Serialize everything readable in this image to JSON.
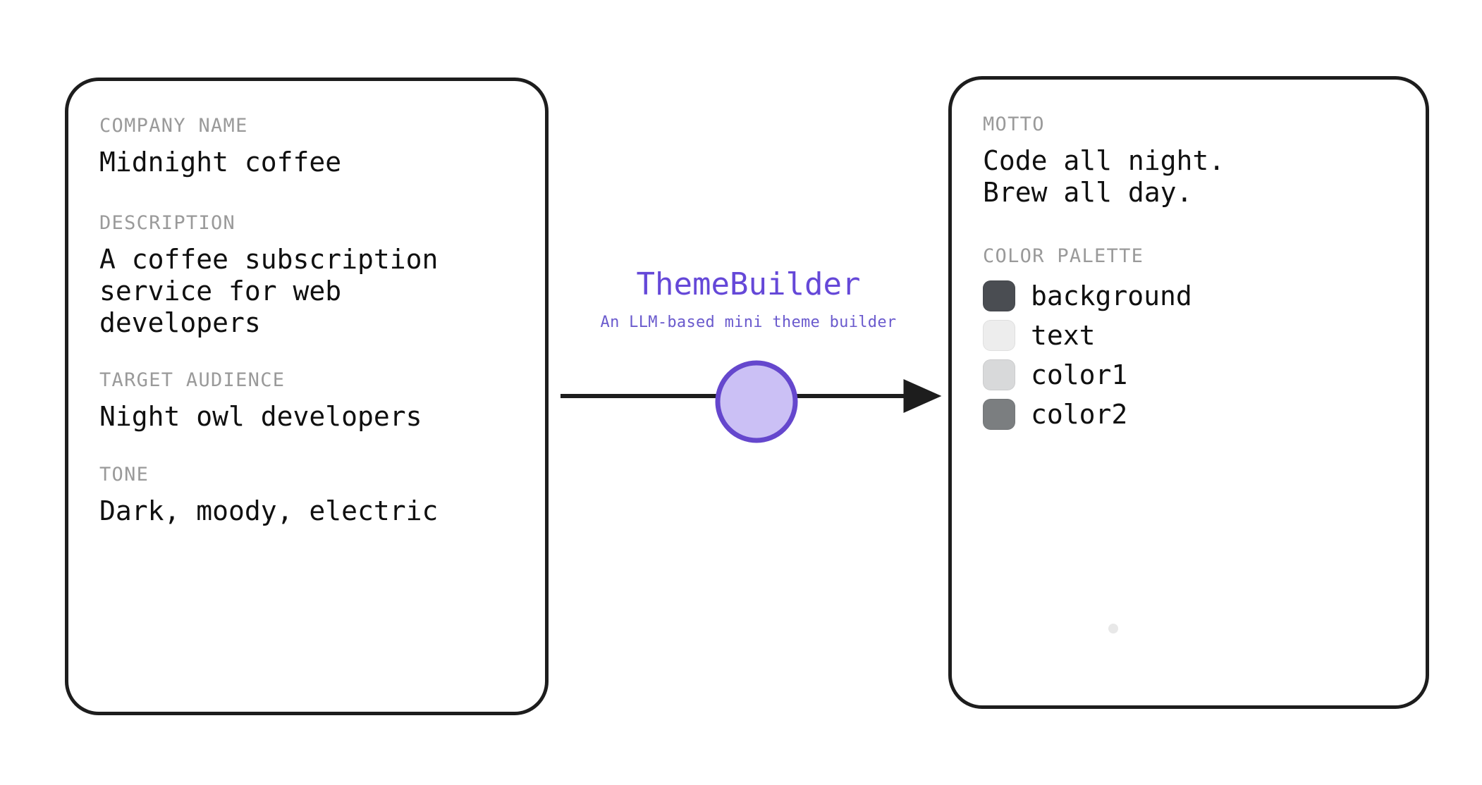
{
  "app": {
    "brand_title": "ThemeBuilder",
    "brand_subtitle": "An LLM-based mini theme builder",
    "brand_color": "#6548d8",
    "brand_subtitle_color": "#6a5acd",
    "node_fill": "#cbc0f5",
    "node_stroke": "#6547cd",
    "card_stroke": "#1d1d1d",
    "label_color": "#9a9a9a",
    "value_color": "#101010",
    "canvas_background": "#ffffff"
  },
  "input_card": {
    "name": "brand-brief",
    "fields": [
      {
        "label": "COMPANY NAME",
        "value": "Midnight coffee"
      },
      {
        "label": "DESCRIPTION",
        "value": "A coffee subscription\nservice for web\ndevelopers"
      },
      {
        "label": "TARGET AUDIENCE",
        "value": "Night owl developers"
      },
      {
        "label": "TONE",
        "value": "Dark, moody, electric"
      }
    ]
  },
  "output_card": {
    "name": "generated-theme",
    "motto_label": "MOTTO",
    "motto_value": "Code all night.\nBrew all day.",
    "palette_label": "COLOR PALETTE",
    "palette": [
      {
        "name": "background",
        "hex": "#4a4d52"
      },
      {
        "name": "text",
        "hex": "#ededed"
      },
      {
        "name": "color1",
        "hex": "#d8d9da"
      },
      {
        "name": "color2",
        "hex": "#7b7e80"
      }
    ]
  },
  "connector": {
    "icon": "arrow-right-icon",
    "node_icon": "process-node-circle-icon",
    "line_color": "#1d1d1d"
  }
}
